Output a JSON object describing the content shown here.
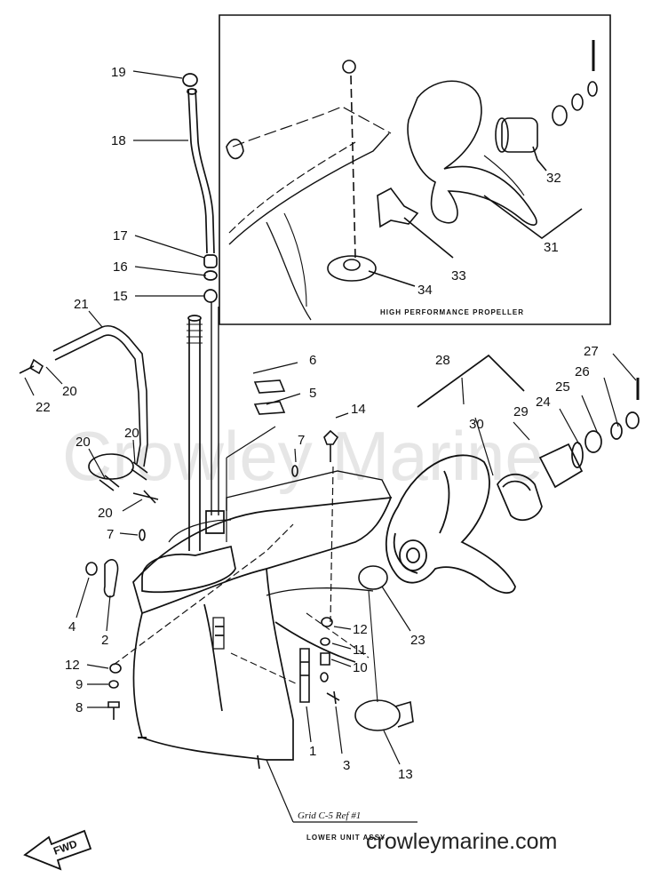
{
  "watermark": "Crowley Marine",
  "inset_caption": "HIGH PERFORMANCE PROPELLER",
  "grid_ref": "Grid C-5  Ref #1",
  "assembly_name": "LOWER UNIT ASSY",
  "fwd_label": "FWD",
  "website": "crowleymarine.com",
  "callouts": {
    "c19": "19",
    "c18": "18",
    "c17": "17",
    "c16": "16",
    "c15": "15",
    "c21": "21",
    "c20a": "20",
    "c22": "22",
    "c20b": "20",
    "c20c": "20",
    "c20d": "20",
    "c7a": "7",
    "c7b": "7",
    "c6": "6",
    "c5": "5",
    "c14": "14",
    "c4": "4",
    "c2": "2",
    "c12a": "12",
    "c9": "9",
    "c8": "8",
    "c12b": "12",
    "c11": "11",
    "c10": "10",
    "c3": "3",
    "c1": "1",
    "c13": "13",
    "c23": "23",
    "c28": "28",
    "c30": "30",
    "c29": "29",
    "c24": "24",
    "c25": "25",
    "c26": "26",
    "c27": "27",
    "c32": "32",
    "c31": "31",
    "c33": "33",
    "c34": "34"
  }
}
